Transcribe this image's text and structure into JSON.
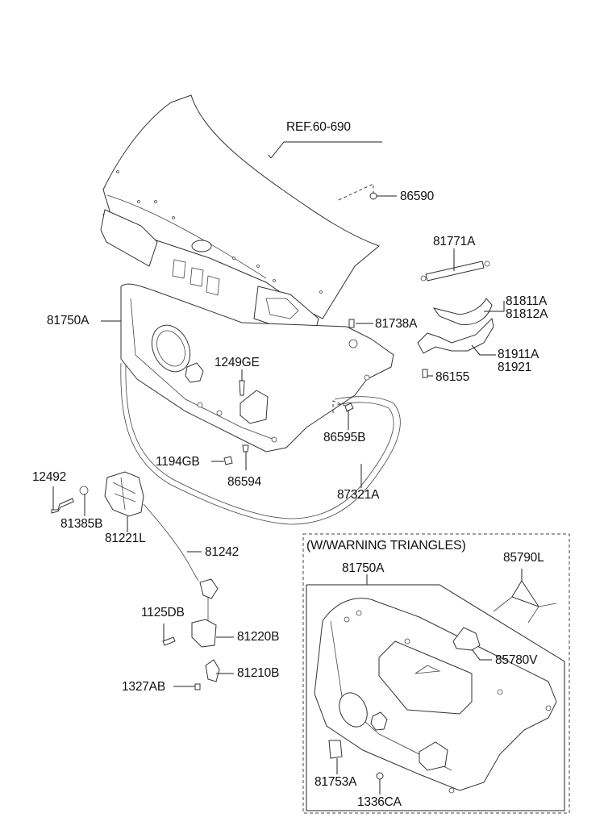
{
  "diagram": {
    "reference": "REF.60-690",
    "inset_title": "(W/WARNING TRIANGLES)",
    "labels": {
      "ref": "REF.60-690",
      "p86590": "86590",
      "p81771A": "81771A",
      "p81811A": "81811A",
      "p81812A": "81812A",
      "p81750A": "81750A",
      "p81738A": "81738A",
      "p81911A": "81911A",
      "p81921": "81921",
      "p1249GE": "1249GE",
      "p86155": "86155",
      "p86595B": "86595B",
      "p1194GB": "1194GB",
      "p86594": "86594",
      "p12492": "12492",
      "p87321A": "87321A",
      "p81385B": "81385B",
      "p81221L": "81221L",
      "p81242": "81242",
      "p1125DB": "1125DB",
      "p81220B": "81220B",
      "p1327AB": "1327AB",
      "p81210B": "81210B",
      "inset_81750A": "81750A",
      "p85790L": "85790L",
      "p85780V": "85780V",
      "p81753A": "81753A",
      "p1336CA": "1336CA"
    }
  }
}
